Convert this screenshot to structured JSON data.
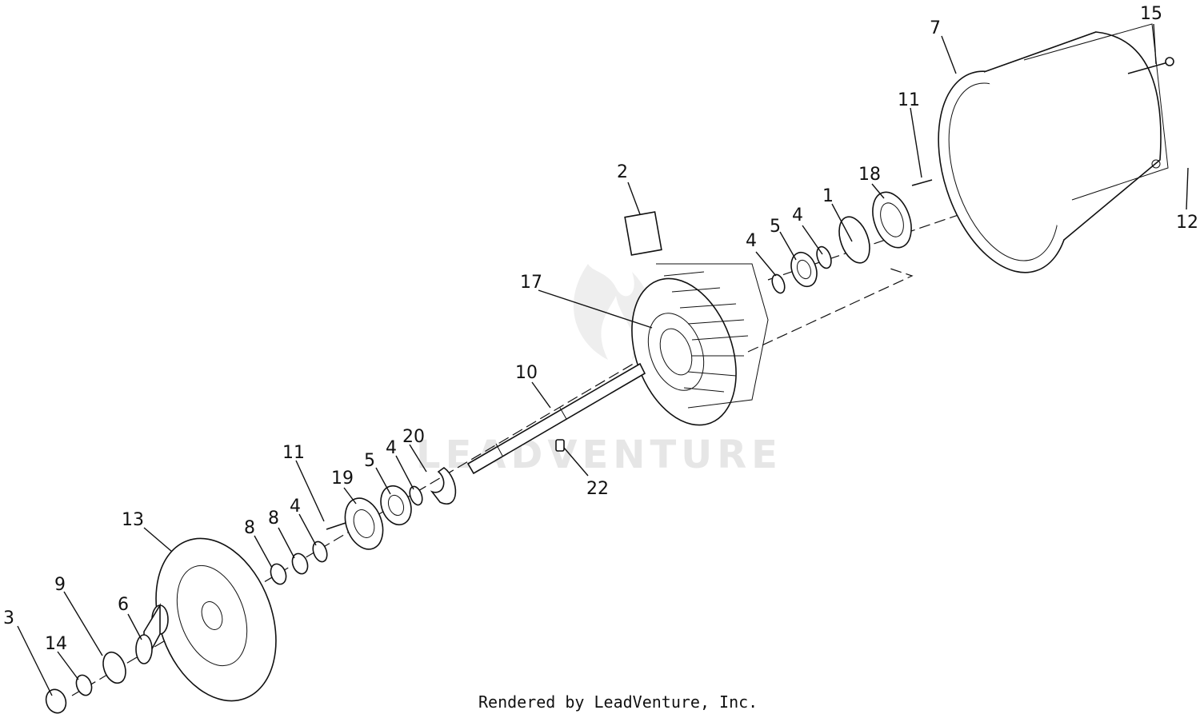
{
  "callouts": [
    {
      "id": "c1",
      "label": "1"
    },
    {
      "id": "c2",
      "label": "2"
    },
    {
      "id": "c3",
      "label": "3"
    },
    {
      "id": "c4a",
      "label": "4"
    },
    {
      "id": "c4b",
      "label": "4"
    },
    {
      "id": "c4c",
      "label": "4"
    },
    {
      "id": "c4d",
      "label": "4"
    },
    {
      "id": "c5a",
      "label": "5"
    },
    {
      "id": "c5b",
      "label": "5"
    },
    {
      "id": "c6",
      "label": "6"
    },
    {
      "id": "c7",
      "label": "7"
    },
    {
      "id": "c8a",
      "label": "8"
    },
    {
      "id": "c8b",
      "label": "8"
    },
    {
      "id": "c9",
      "label": "9"
    },
    {
      "id": "c10",
      "label": "10"
    },
    {
      "id": "c11a",
      "label": "11"
    },
    {
      "id": "c11b",
      "label": "11"
    },
    {
      "id": "c12",
      "label": "12"
    },
    {
      "id": "c13",
      "label": "13"
    },
    {
      "id": "c14",
      "label": "14"
    },
    {
      "id": "c15",
      "label": "15"
    },
    {
      "id": "c17",
      "label": "17"
    },
    {
      "id": "c18",
      "label": "18"
    },
    {
      "id": "c19",
      "label": "19"
    },
    {
      "id": "c20",
      "label": "20"
    },
    {
      "id": "c22",
      "label": "22"
    }
  ],
  "watermark": "LEADVENTURE",
  "footer": "Rendered by LeadVenture, Inc."
}
